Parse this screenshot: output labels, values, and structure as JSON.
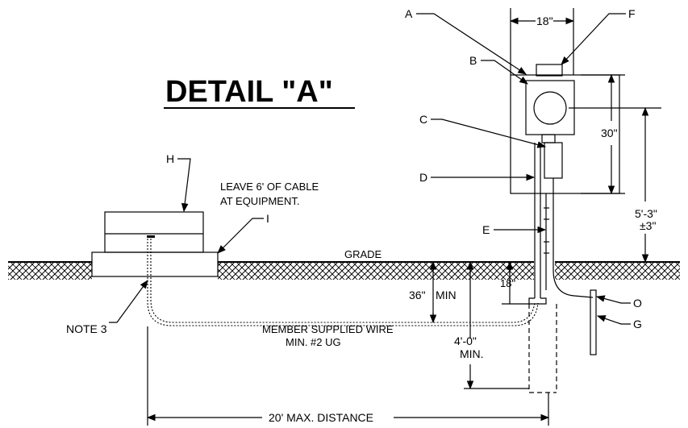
{
  "title": "DETAIL \"A\"",
  "labels": {
    "a": "A",
    "b": "B",
    "c": "C",
    "d": "D",
    "e": "E",
    "f": "F",
    "g": "G",
    "h": "H",
    "i": "I",
    "o": "O"
  },
  "notes": {
    "leave_cable_line1": "LEAVE 6' OF CABLE",
    "leave_cable_line2": "AT EQUIPMENT.",
    "grade": "GRADE",
    "note3": "NOTE 3",
    "wire_line1": "MEMBER SUPPLIED WIRE",
    "wire_line2": "MIN. #2 UG"
  },
  "dimensions": {
    "width_18": "18\"",
    "height_30": "30\"",
    "meter_height_line1": "5'-3\"",
    "meter_height_line2": "±3\"",
    "depth_36": "36\"",
    "depth_min": "MIN",
    "depth_18": "18\"",
    "depth_4ft_line1": "4'-0\"",
    "depth_4ft_line2": "MIN.",
    "max_distance": "20' MAX. DISTANCE"
  }
}
